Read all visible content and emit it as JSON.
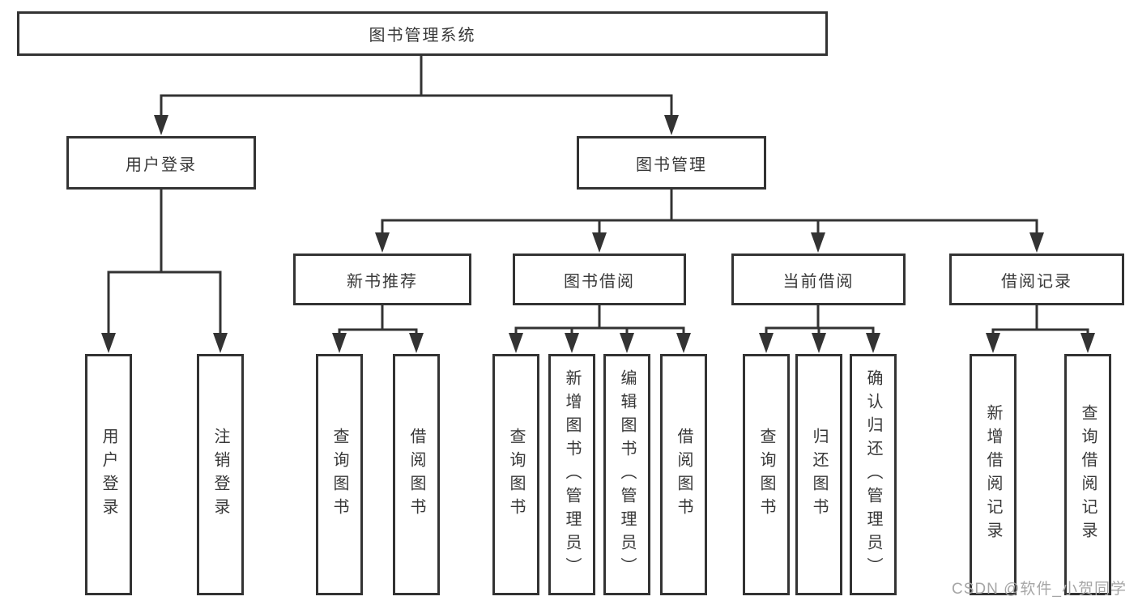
{
  "colors": {
    "line": "#333333",
    "text": "#383838",
    "background": "#ffffff",
    "watermark": "#a6a6a6"
  },
  "watermark": "CSDN @软件_小贺同学",
  "tree": {
    "root": {
      "label": "图书管理系统"
    },
    "user_login": {
      "label": "用户登录",
      "children": [
        {
          "label": "用户登录"
        },
        {
          "label": "注销登录"
        }
      ]
    },
    "book_management": {
      "label": "图书管理",
      "sections": [
        {
          "label": "新书推荐",
          "children": [
            {
              "label": "查询图书"
            },
            {
              "label": "借阅图书"
            }
          ]
        },
        {
          "label": "图书借阅",
          "children": [
            {
              "label": "查询图书"
            },
            {
              "label": "新增图书（管理员）"
            },
            {
              "label": "编辑图书（管理员）"
            },
            {
              "label": "借阅图书"
            }
          ]
        },
        {
          "label": "当前借阅",
          "children": [
            {
              "label": "查询图书"
            },
            {
              "label": "归还图书"
            },
            {
              "label": "确认归还（管理员）"
            }
          ]
        },
        {
          "label": "借阅记录",
          "children": [
            {
              "label": "新增借阅记录"
            },
            {
              "label": "查询借阅记录"
            }
          ]
        }
      ]
    }
  }
}
